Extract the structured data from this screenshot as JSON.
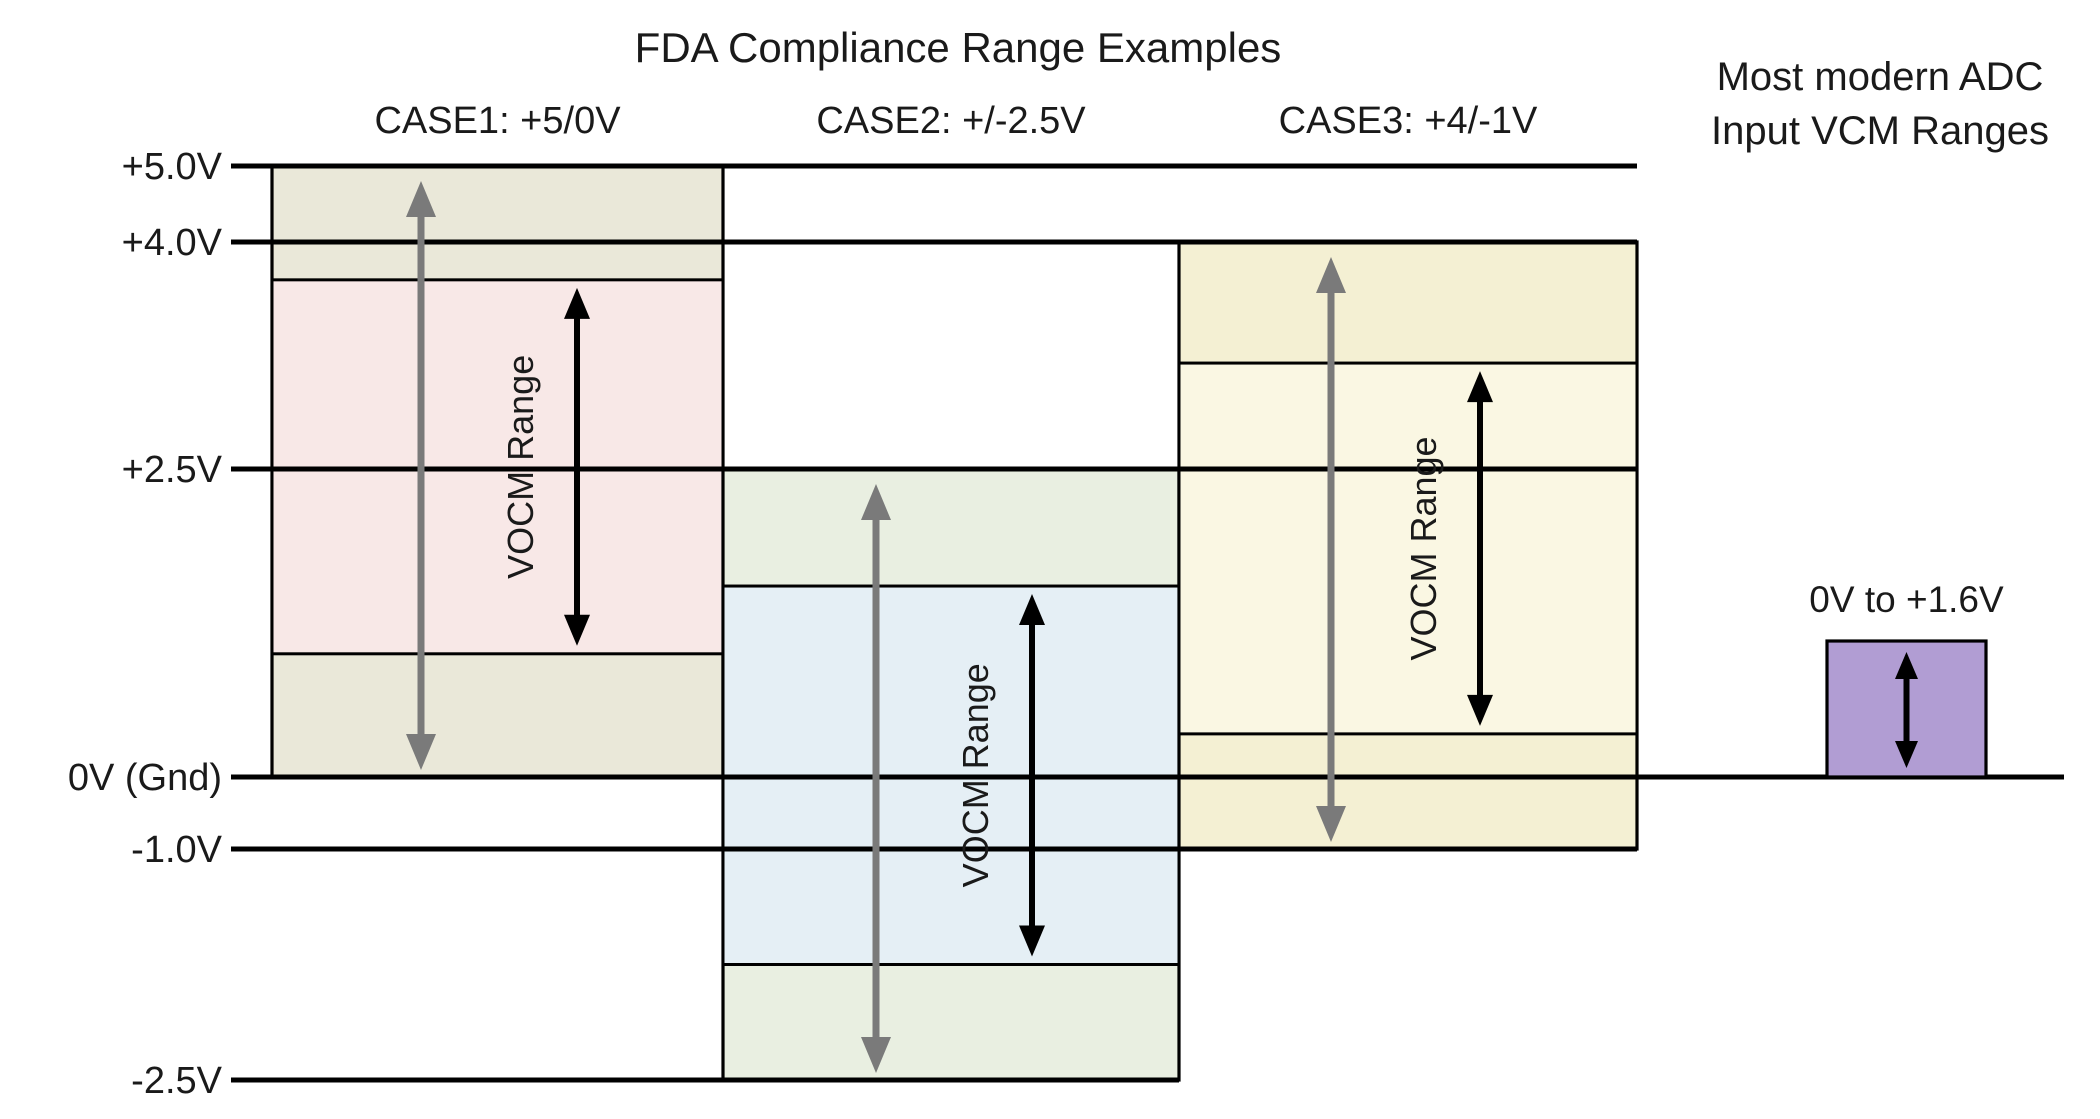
{
  "title": "FDA Compliance Range Examples",
  "right_title": {
    "line1": "Most modern ADC",
    "line2": "Input VCM Ranges"
  },
  "axis_labels": [
    {
      "text": "+5.0V",
      "voltage": 5.0
    },
    {
      "text": "+4.0V",
      "voltage": 4.0
    },
    {
      "text": "+2.5V",
      "voltage": 2.5
    },
    {
      "text": "0V (Gnd)",
      "voltage": 0.0
    },
    {
      "text": "-1.0V",
      "voltage": -1.0
    },
    {
      "text": "-2.5V",
      "voltage": -2.5
    }
  ],
  "cases": [
    {
      "label": "CASE1: +5/0V",
      "supply_top_v": 5.0,
      "supply_bottom_v": 0.0,
      "vocm_top_v": 3.75,
      "vocm_bottom_v": 1.0,
      "vocm_label": "VOCM Range",
      "outer_color": "#eae8d9",
      "inner_color": "#f8e8e7"
    },
    {
      "label": "CASE2: +/-2.5V",
      "supply_top_v": 2.5,
      "supply_bottom_v": -2.5,
      "vocm_top_v": 1.55,
      "vocm_bottom_v": -1.75,
      "vocm_label": "VOCM Range",
      "outer_color": "#e9efe1",
      "inner_color": "#e5eff5"
    },
    {
      "label": "CASE3: +4/-1V",
      "supply_top_v": 4.0,
      "supply_bottom_v": -1.0,
      "vocm_top_v": 3.2,
      "vocm_bottom_v": 0.35,
      "vocm_label": "VOCM Range",
      "outer_color": "#f4f0d3",
      "inner_color": "#faf7e3"
    }
  ],
  "adc_vcm": {
    "label": "0V to +1.6V",
    "top_v": 1.6,
    "bottom_v": 0.0,
    "color": "#b19dd3"
  },
  "colors": {
    "axis_line": "#000000",
    "supply_arrow": "#7a7a7a",
    "vocm_arrow": "#000000",
    "text": "#1a1a1a"
  }
}
